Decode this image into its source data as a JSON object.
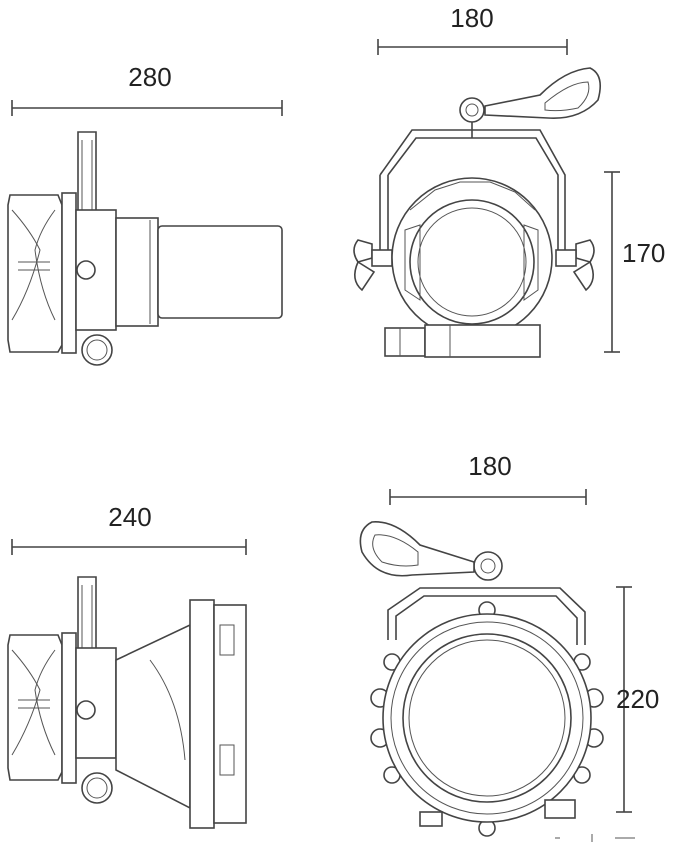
{
  "dimensions": {
    "top_side_width": "280",
    "top_front_width": "180",
    "top_front_height": "170",
    "bottom_side_width": "240",
    "bottom_front_width": "180",
    "bottom_front_height": "220"
  }
}
